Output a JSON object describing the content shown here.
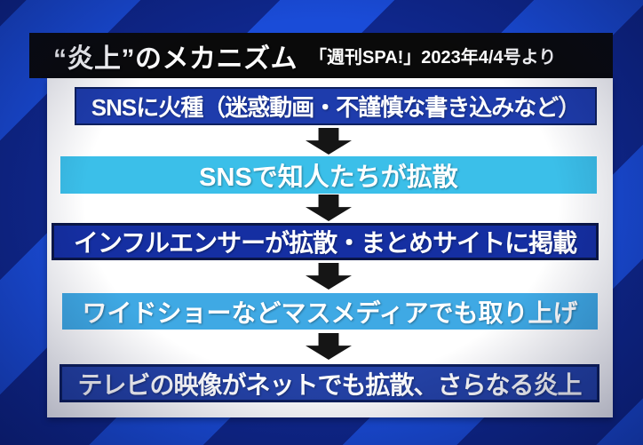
{
  "header": {
    "title": "“炎上”のメカニズム",
    "source": "「週刊SPA!」2023年4/4号より"
  },
  "flow": {
    "steps": [
      {
        "label": "SNSに火種（迷惑動画・不謹慎な書き込みなど）",
        "color": "#1e3cac"
      },
      {
        "label": "SNSで知人たちが拡散",
        "color": "#3bbfe9"
      },
      {
        "label": "インフルエンサーが拡散・まとめサイトに掲載",
        "color": "#152fa2"
      },
      {
        "label": "ワイドショーなどマスメディアでも取り上げ",
        "color": "#3fa9e4"
      },
      {
        "label": "テレビの映像がネットでも拡散、さらなる炎上",
        "color": "#2442a6"
      }
    ],
    "connector_icon": "down-arrow"
  },
  "colors": {
    "background_stripe_dark": "#0f278c",
    "background_stripe_bright": "#1a4cd8",
    "title_bar_background": "#0a0a0a",
    "panel_background": "#ffffff",
    "arrow_color": "#151515",
    "text_color": "#ffffff"
  }
}
